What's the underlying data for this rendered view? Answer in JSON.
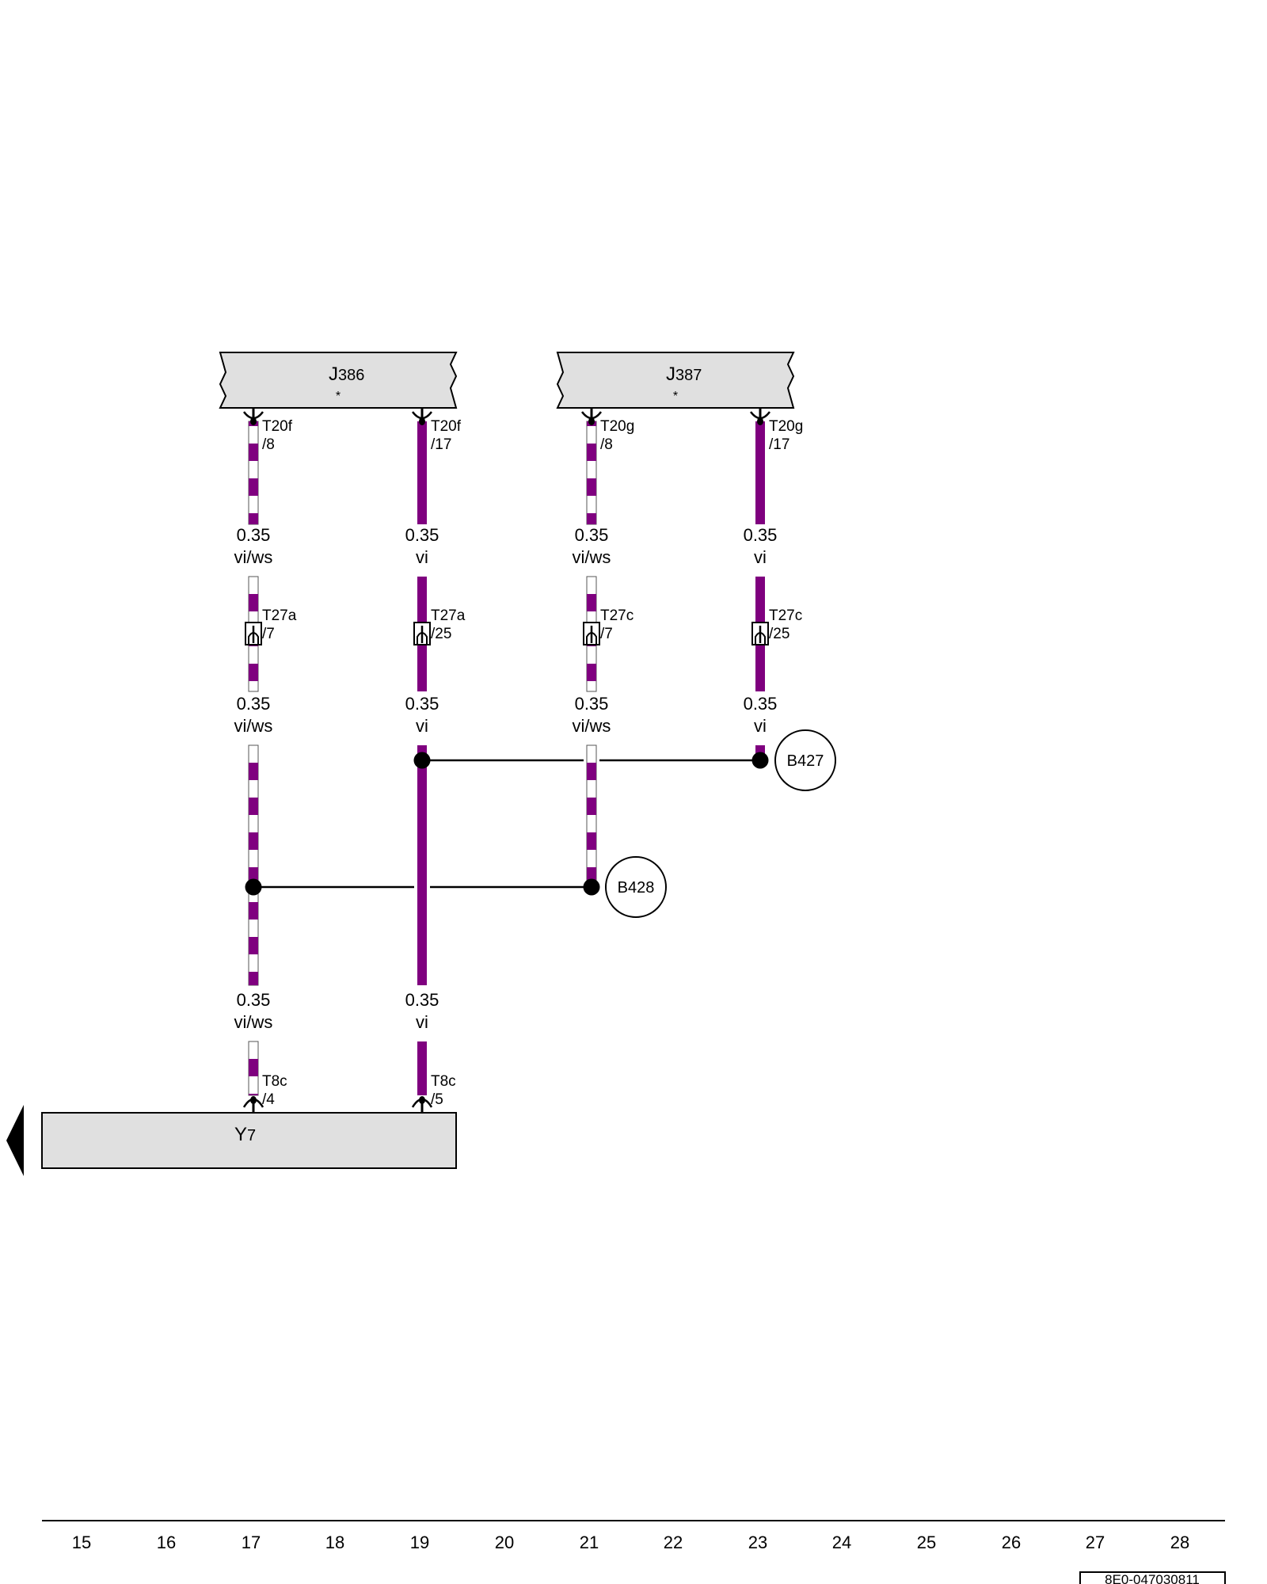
{
  "wire_colors": {
    "vi": "#7f007f",
    "ws": "#ffffff",
    "component_fill": "#e0e0e0"
  },
  "components": [
    {
      "id": "J386",
      "name": "J",
      "sub": "386",
      "note": "*"
    },
    {
      "id": "J387",
      "name": "J",
      "sub": "387",
      "note": "*"
    },
    {
      "id": "Y7",
      "name": "Y",
      "sub": "7",
      "note": ""
    }
  ],
  "pins": {
    "t20f_8": [
      "T20f",
      "/8"
    ],
    "t20f_17": [
      "T20f",
      "/17"
    ],
    "t20g_8": [
      "T20g",
      "/8"
    ],
    "t20g_17": [
      "T20g",
      "/17"
    ],
    "t27a_7": [
      "T27a",
      "/7"
    ],
    "t27a_25": [
      "T27a",
      "/25"
    ],
    "t27c_7": [
      "T27c",
      "/7"
    ],
    "t27c_25": [
      "T27c",
      "/25"
    ],
    "t8c_4": [
      "T8c",
      "/4"
    ],
    "t8c_5": [
      "T8c",
      "/5"
    ]
  },
  "wire_labels": {
    "a1": [
      "0.35",
      "vi/ws"
    ],
    "b1": [
      "0.35",
      "vi"
    ],
    "c1": [
      "0.35",
      "vi/ws"
    ],
    "d1": [
      "0.35",
      "vi"
    ],
    "a2": [
      "0.35",
      "vi/ws"
    ],
    "b2": [
      "0.35",
      "vi"
    ],
    "c2": [
      "0.35",
      "vi/ws"
    ],
    "d2": [
      "0.35",
      "vi"
    ],
    "a3": [
      "0.35",
      "vi/ws"
    ],
    "b3": [
      "0.35",
      "vi"
    ]
  },
  "connections": [
    {
      "id": "B427",
      "label": "B427"
    },
    {
      "id": "B428",
      "label": "B428"
    }
  ],
  "column_numbers": [
    "15",
    "16",
    "17",
    "18",
    "19",
    "20",
    "21",
    "22",
    "23",
    "24",
    "25",
    "26",
    "27",
    "28"
  ],
  "document_id": "8E0-047030811"
}
